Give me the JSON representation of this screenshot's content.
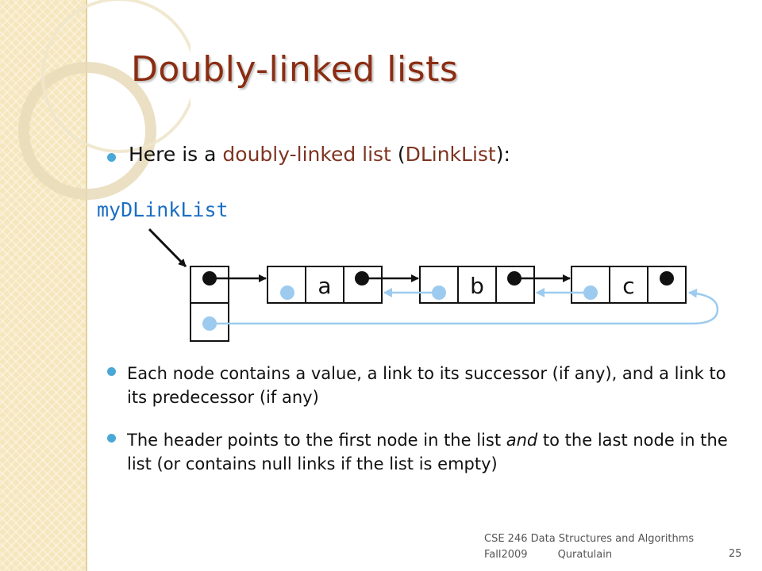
{
  "slide": {
    "title": "Doubly-linked lists",
    "bullet1": {
      "prefix": "Here is a ",
      "term": "doubly-linked list",
      "middle": " (",
      "class_name": "DLinkList",
      "suffix": "):"
    },
    "bullet2": "Each node contains a value, a link to its successor (if any), and a link to its predecessor (if any)",
    "bullet3": {
      "part1": "The header points to the first node in the list ",
      "emph": "and",
      "part2": " to the last node in the list (or contains null links if the list is empty)"
    }
  },
  "diagram": {
    "list_name": "myDLinkList",
    "nodes": [
      "a",
      "b",
      "c"
    ],
    "colors": {
      "forward_link": "#111111",
      "backward_link": "#9ccbef",
      "name": "#1a6ec3"
    }
  },
  "footer": {
    "course": "CSE 246 Data Structures and Algorithms",
    "term": "Fall2009",
    "author": "Quratulain",
    "page_number": "25"
  },
  "theme": {
    "title_color": "#8b2d12",
    "bullet_color": "#4aa8d6",
    "sidebar_color": "#f6e6bd"
  }
}
